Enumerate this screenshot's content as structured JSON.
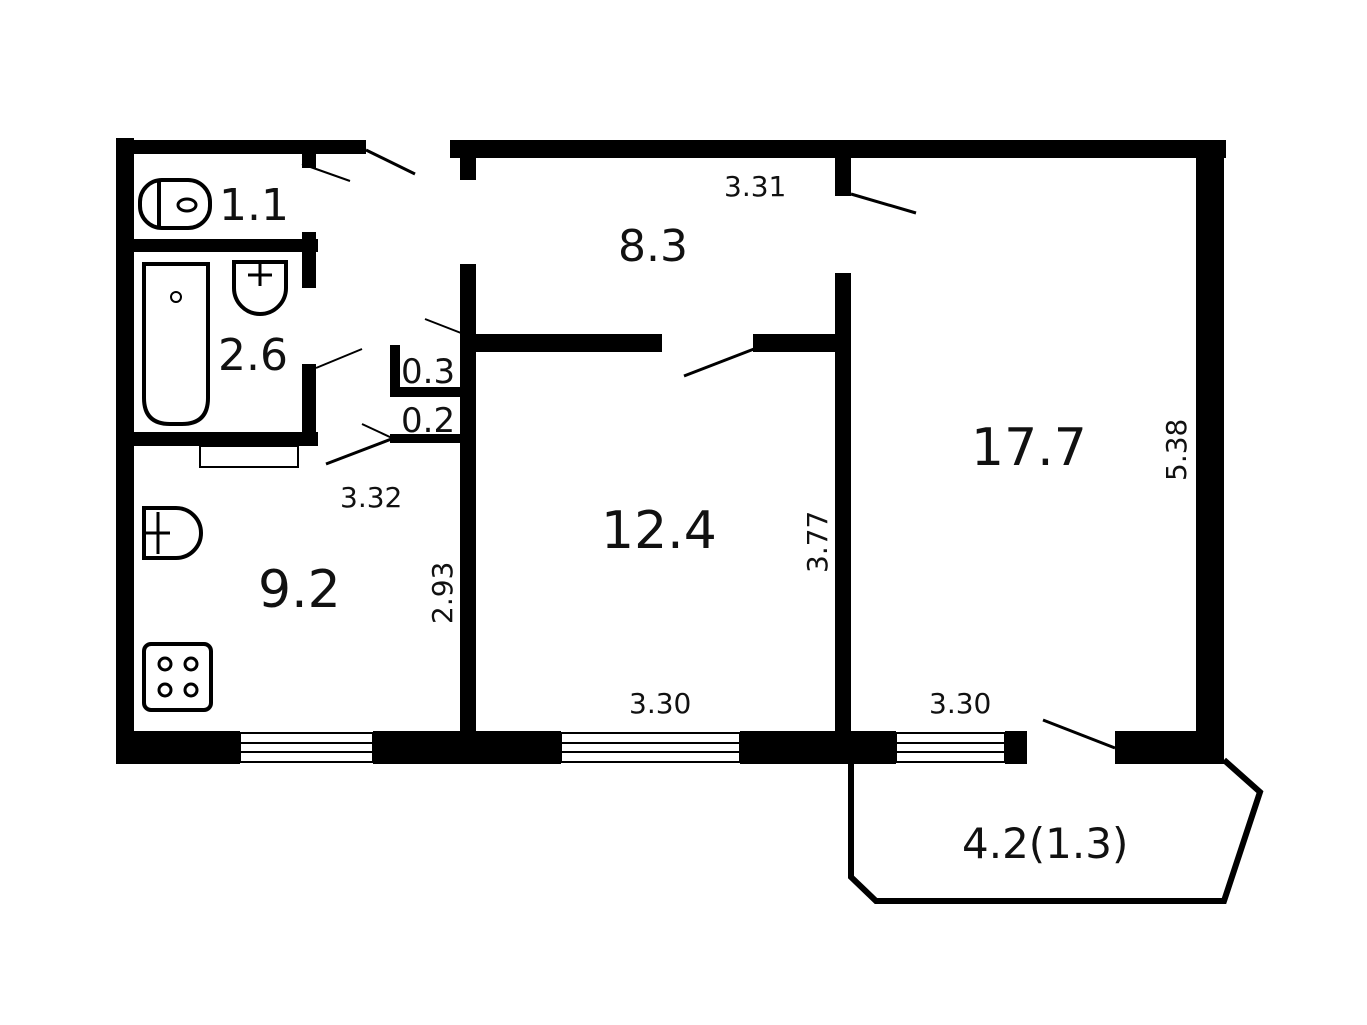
{
  "plan": {
    "rooms": [
      {
        "id": "toilet",
        "area": "1.1"
      },
      {
        "id": "bathroom",
        "area": "2.6"
      },
      {
        "id": "closet-1",
        "area": "0.3"
      },
      {
        "id": "closet-2",
        "area": "0.2"
      },
      {
        "id": "hallway",
        "area": "8.3"
      },
      {
        "id": "kitchen",
        "area": "9.2"
      },
      {
        "id": "middle-room",
        "area": "12.4"
      },
      {
        "id": "large-room",
        "area": "17.7"
      },
      {
        "id": "balcony",
        "area": "4.2(1.3)"
      }
    ],
    "dimensions": [
      {
        "id": "hallway-length",
        "value": "3.31"
      },
      {
        "id": "kitchen-width",
        "value": "3.32"
      },
      {
        "id": "kitchen-depth",
        "value": "2.93"
      },
      {
        "id": "middle-room-width",
        "value": "3.30"
      },
      {
        "id": "middle-room-depth",
        "value": "3.77"
      },
      {
        "id": "large-room-width",
        "value": "3.30"
      },
      {
        "id": "large-room-depth",
        "value": "5.38"
      }
    ],
    "fixtures": [
      "toilet-icon",
      "washbasin-icon",
      "bathtub-icon",
      "kitchen-sink-icon",
      "stove-icon"
    ],
    "colors": {
      "walls": "#000000",
      "background": "#ffffff"
    }
  }
}
